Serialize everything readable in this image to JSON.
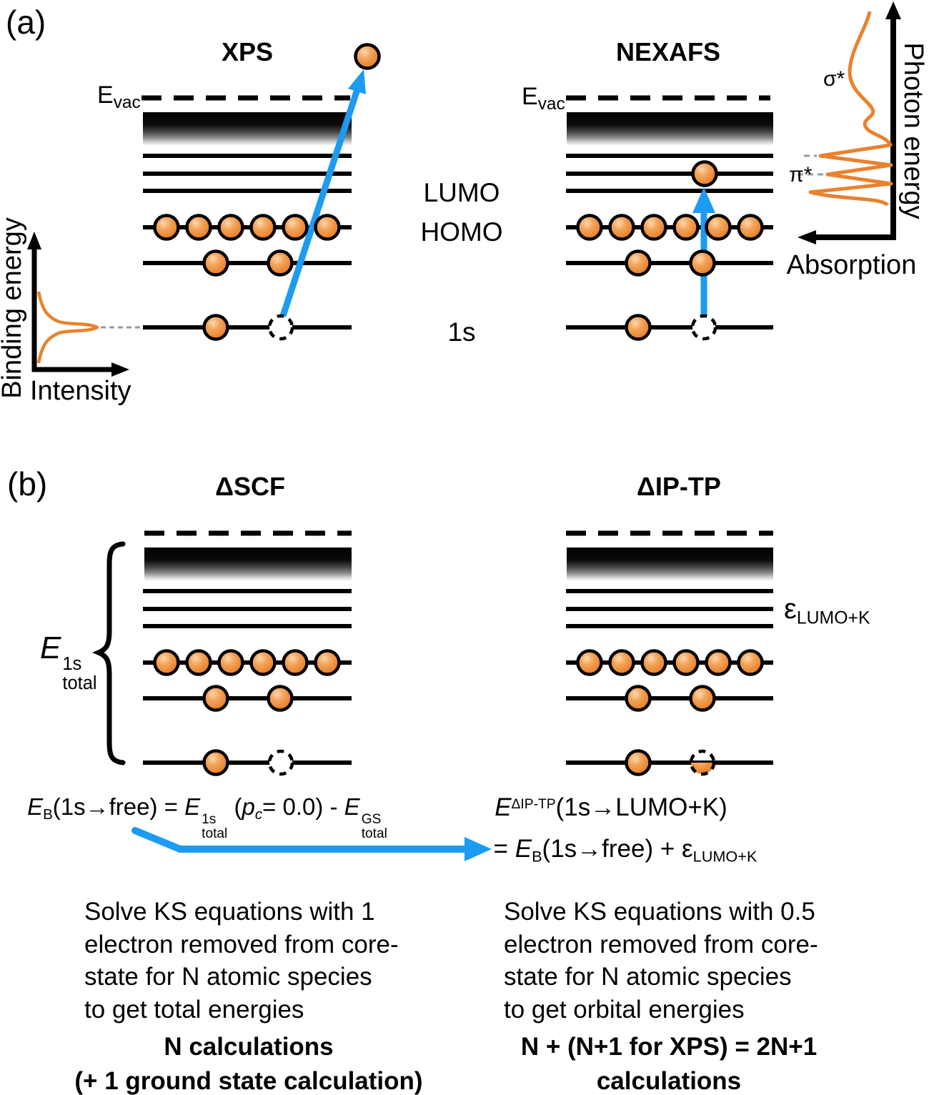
{
  "colors": {
    "orange": "#E8822F",
    "blue": "#1C9BF2",
    "gray_dash": "#9a9a9a"
  },
  "panel_a": {
    "label": "(a)",
    "xps": {
      "title": "XPS",
      "evac": {
        "base": "E",
        "sub": "vac"
      }
    },
    "nexafs": {
      "title": "NEXAFS",
      "evac": {
        "base": "E",
        "sub": "vac"
      }
    },
    "orbital_labels": {
      "lumo": "LUMO",
      "homo": "HOMO",
      "core": "1s"
    },
    "xps_axes": {
      "y": "Binding energy",
      "x": "Intensity"
    },
    "nexafs_axes": {
      "y": "Photon energy",
      "x": "Absorption"
    },
    "nexafs_peaks": {
      "sigma": "σ*",
      "pi": "π*"
    }
  },
  "panel_b": {
    "label": "(b)",
    "dscf": {
      "title": "ΔSCF",
      "etotal": {
        "base": "E",
        "sup": "1s",
        "sub": "total"
      },
      "equation": {
        "e1": "E",
        "e1sub": "B",
        "t1": "(1s→free) = ",
        "e2": "E",
        "e2sup": "1s",
        "e2sub": "total",
        "t2": " (",
        "p": "p",
        "psub": "c",
        "t3": "= 0.0) - ",
        "e3": "E",
        "e3sup": "GS",
        "e3sub": "total"
      },
      "desc_lines": [
        "Solve KS equations with 1",
        "electron removed from core-",
        "state for N atomic species",
        "to get total energies"
      ],
      "bold_lines": [
        "N calculations",
        "(+ 1 ground state calculation)"
      ]
    },
    "diptp": {
      "title": "ΔIP-TP",
      "eps_level": {
        "base": "ε",
        "sub": "LUMO+K"
      },
      "equation_line1": {
        "e1": "E",
        "e1sup": "ΔIP-TP",
        "t1": "(1s→LUMO+K)"
      },
      "equation_line2": {
        "t1": "= ",
        "e1": "E",
        "e1sub": "B",
        "t2": "(1s→free) + ",
        "eps": "ε",
        "epssub": "LUMO+K"
      },
      "desc_lines": [
        "Solve KS equations with 0.5",
        "electron removed from core-",
        "state for N atomic species",
        "to get orbital energies"
      ],
      "bold_lines": [
        "N + (N+1 for XPS) = 2N+1",
        "calculations"
      ]
    }
  }
}
